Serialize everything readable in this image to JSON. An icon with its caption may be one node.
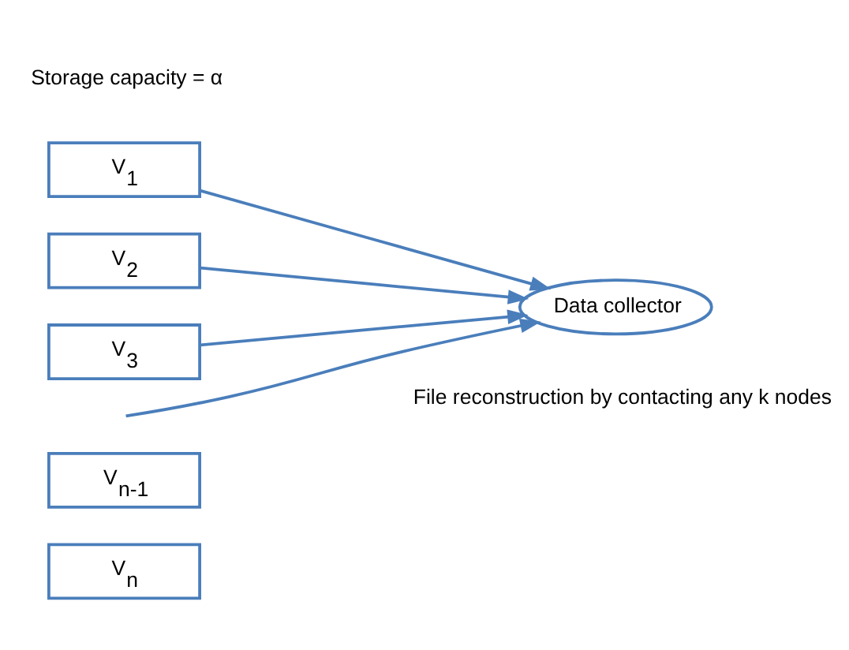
{
  "diagram": {
    "nodes": [
      {
        "text": [
          "V$_{1}$"
        ]
      },
      {
        "text": [
          "V$_{2}$"
        ]
      },
      {
        "text": [
          "V$_{3}$"
        ]
      },
      {
        "text": [
          "V$_{n-1}$"
        ]
      },
      {
        "text": [
          "V$_{n}$"
        ]
      },
      {
        "text": [
          "Data collector"
        ],
        "beside": [
          "File reconstruction by contacting any k nodes"
        ]
      }
    ],
    "edges": [
      {
        "from": 0,
        "to": 5,
        "arrow": "to"
      },
      {
        "from": 1,
        "to": 5,
        "arrow": "to"
      },
      {
        "from": 2,
        "to": 5,
        "arrow": "to"
      },
      {
        "from": null,
        "to": 5,
        "arrow": "to"
      }
    ],
    "labels": [
      "Storage capacity = α"
    ]
  }
}
